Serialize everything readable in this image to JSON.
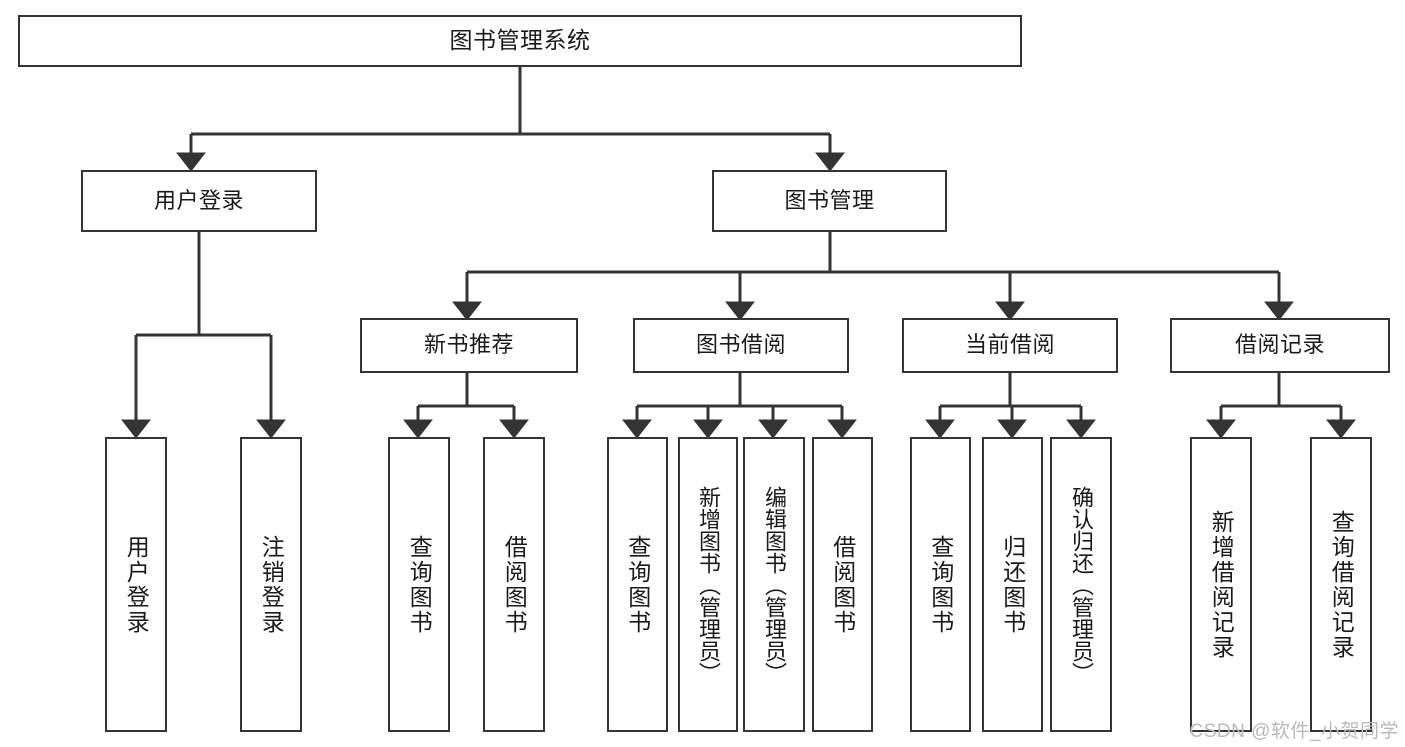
{
  "diagram": {
    "title": "图书管理系统",
    "watermark": "CSDN @软件_小贺同学",
    "line_color": "#343434",
    "box_fill": "#ffffff",
    "text_color": "#1a1a1a",
    "root": {
      "label": "图书管理系统"
    },
    "level2": [
      {
        "label": "用户登录"
      },
      {
        "label": "图书管理"
      }
    ],
    "level3": [
      {
        "label": "新书推荐"
      },
      {
        "label": "图书借阅"
      },
      {
        "label": "当前借阅"
      },
      {
        "label": "借阅记录"
      }
    ],
    "leaves": {
      "user_login": [
        {
          "label": "用户登录"
        },
        {
          "label": "注销登录"
        }
      ],
      "new_book_recommend": [
        {
          "label": "查询图书"
        },
        {
          "label": "借阅图书"
        }
      ],
      "book_borrow": [
        {
          "label": "查询图书"
        },
        {
          "label": "新增图书（管理员）"
        },
        {
          "label": "编辑图书（管理员）"
        },
        {
          "label": "借阅图书"
        }
      ],
      "current_borrow": [
        {
          "label": "查询图书"
        },
        {
          "label": "归还图书"
        },
        {
          "label": "确认归还（管理员）"
        }
      ],
      "borrow_record": [
        {
          "label": "新增借阅记录"
        },
        {
          "label": "查询借阅记录"
        }
      ]
    }
  }
}
